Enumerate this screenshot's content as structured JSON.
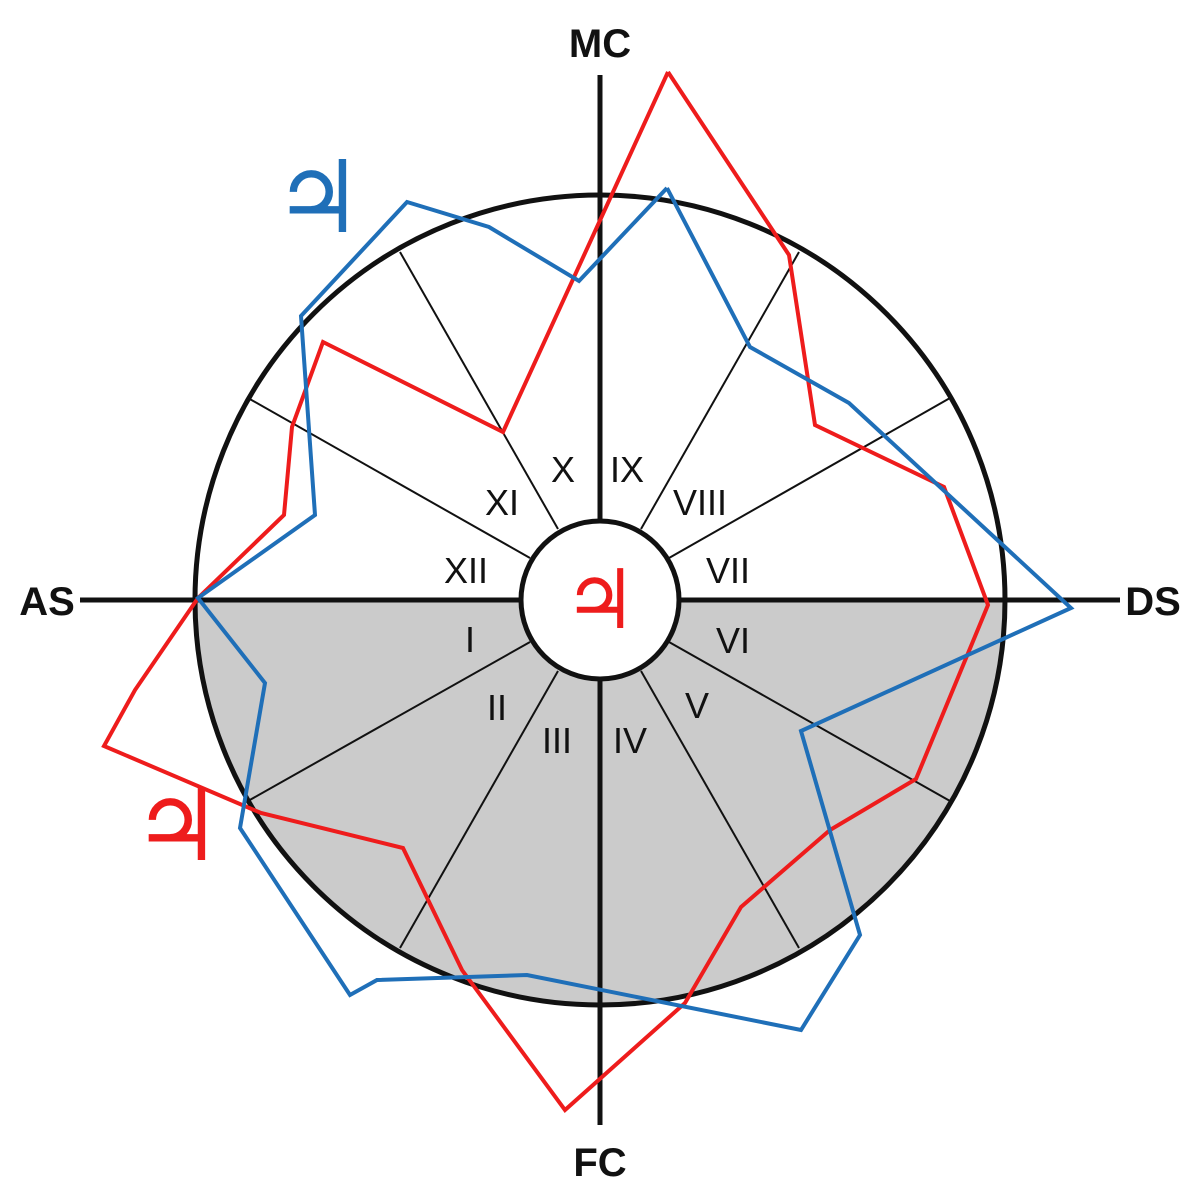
{
  "axes": {
    "top": "MC",
    "left": "AS",
    "right": "DS",
    "bottom": "FC"
  },
  "houses": [
    "I",
    "II",
    "III",
    "IV",
    "V",
    "VI",
    "VII",
    "VIII",
    "IX",
    "X",
    "XI",
    "XII"
  ],
  "planet": {
    "name": "Jupiter",
    "glyph": "♃"
  },
  "colors": {
    "red_series": "#ee1c1c",
    "blue_series": "#1f6fb8",
    "lower_hemisphere_fill": "#cbcbcb",
    "lines": "#111111"
  }
}
